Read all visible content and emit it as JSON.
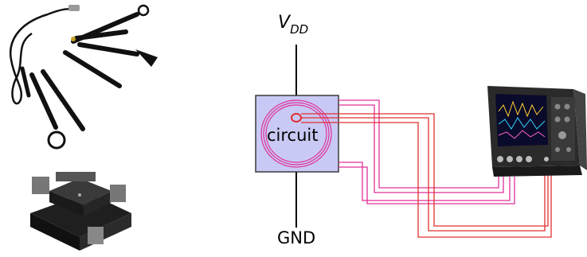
{
  "labels": {
    "vdd_main": "V",
    "vdd_sub": "DD",
    "gnd": "GND",
    "circuit": "circuit"
  },
  "colors": {
    "chip_fill": "#c9c9f5",
    "chip_border": "#3a3a3a",
    "probe_wire": "#e0309a",
    "em_wire": "#e03030",
    "wire_black": "#000000"
  },
  "icons": {
    "probes_photo": "em-probe-set-icon",
    "stage_photo": "xyz-stage-icon",
    "scope_photo": "oscilloscope-icon"
  }
}
